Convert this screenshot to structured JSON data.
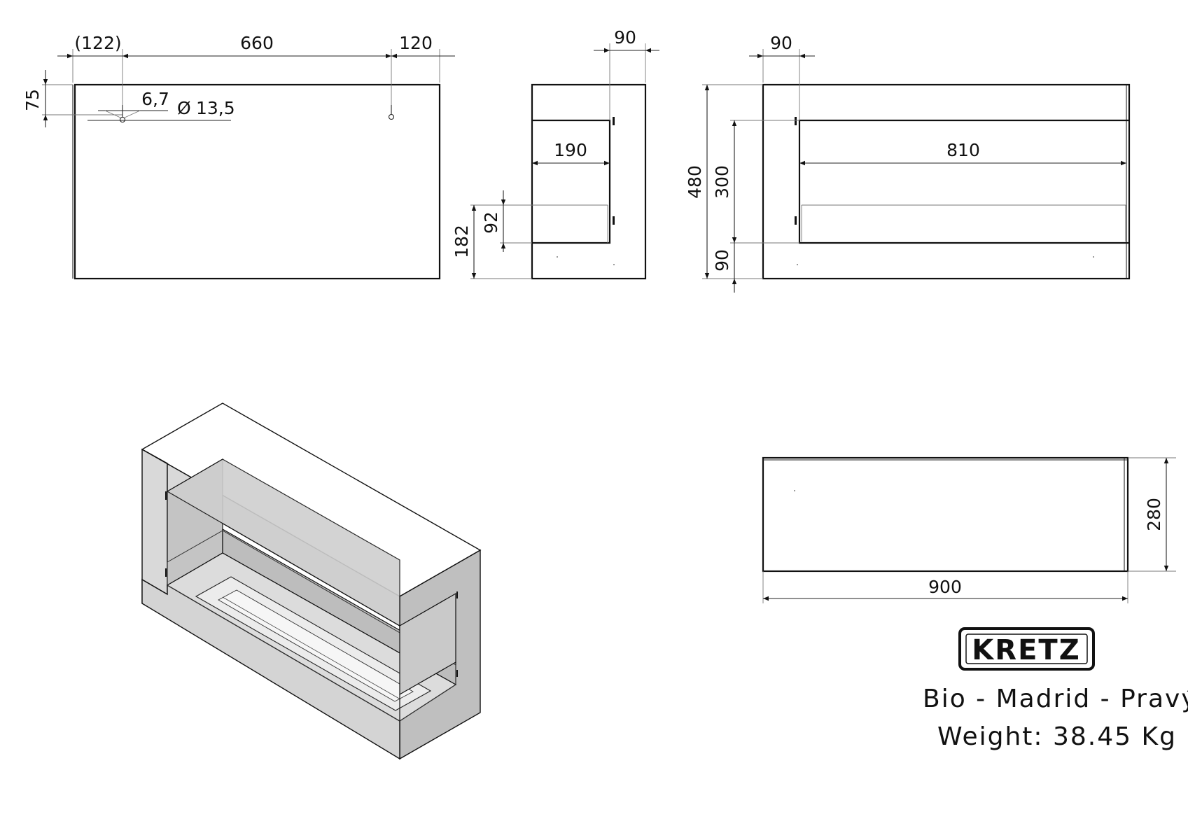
{
  "dimensions": {
    "front_left_offset": "(122)",
    "front_hole_spacing": "660",
    "front_right_offset": "120",
    "front_hole_height": "75",
    "slot_width": "6,7",
    "hole_diameter": "13,5",
    "side_depth_top": "90",
    "side_inner_depth": "190",
    "side_burner_height": "92",
    "side_lower_height": "182",
    "rear_top_offset": "90",
    "overall_height": "480",
    "opening_height": "300",
    "bottom_height": "90",
    "opening_width": "810",
    "bottom_view_depth": "280",
    "overall_width": "900"
  },
  "diameter_symbol": "Ø",
  "logo": {
    "text": "KRETZ"
  },
  "product": {
    "name": "Bio - Madrid - Pravý",
    "weight": "Weight: 38.45 Kg"
  }
}
